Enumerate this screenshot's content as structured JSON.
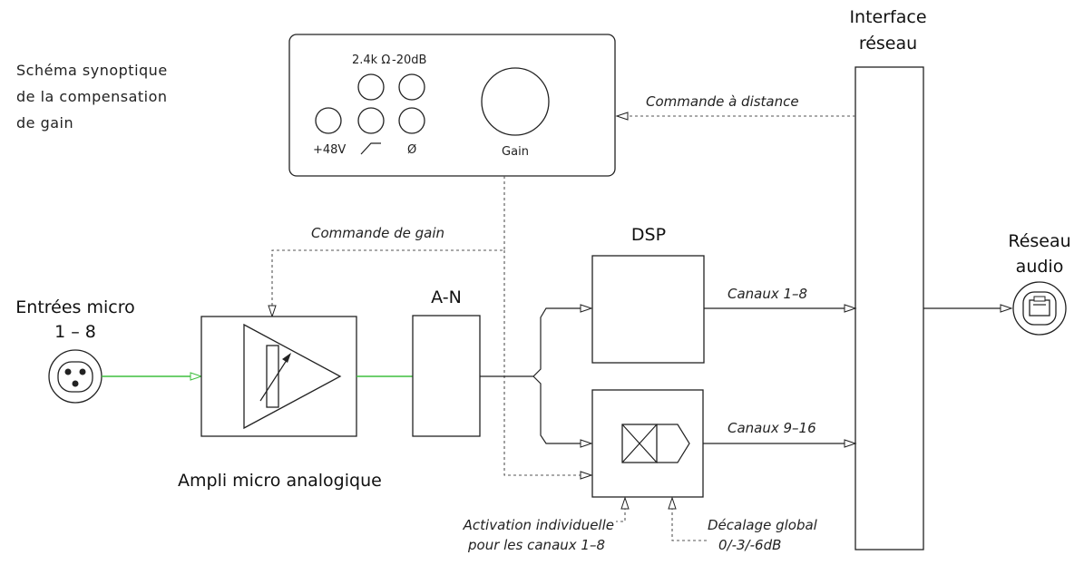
{
  "title_lines": [
    "Schéma synoptique",
    "de la compensation",
    "de gain"
  ],
  "control_panel": {
    "impedance_label": "2.4k Ω",
    "pad_label": "-20dB",
    "phantom_label": "+48V",
    "phase_label": "Ø",
    "gain_label": "Gain"
  },
  "network_interface": {
    "title_lines": [
      "Interface",
      "réseau"
    ]
  },
  "remote_command": "Commande à distance",
  "gain_command": "Commande de gain",
  "dsp_label": "DSP",
  "adc_label": "A-N",
  "mic_inputs": {
    "lines": [
      "Entrées micro",
      "1 –  8"
    ]
  },
  "preamp_label": "Ampli micro analogique",
  "channels_1_8": "Canaux 1–8",
  "channels_9_16": "Canaux 9–16",
  "audio_network": {
    "lines": [
      "Réseau",
      "audio"
    ]
  },
  "individual_activation": {
    "lines": [
      "Activation individuelle",
      "pour les canaux 1–8"
    ]
  },
  "global_offset": {
    "lines": [
      "Décalage global",
      "0/-3/-6dB"
    ]
  }
}
